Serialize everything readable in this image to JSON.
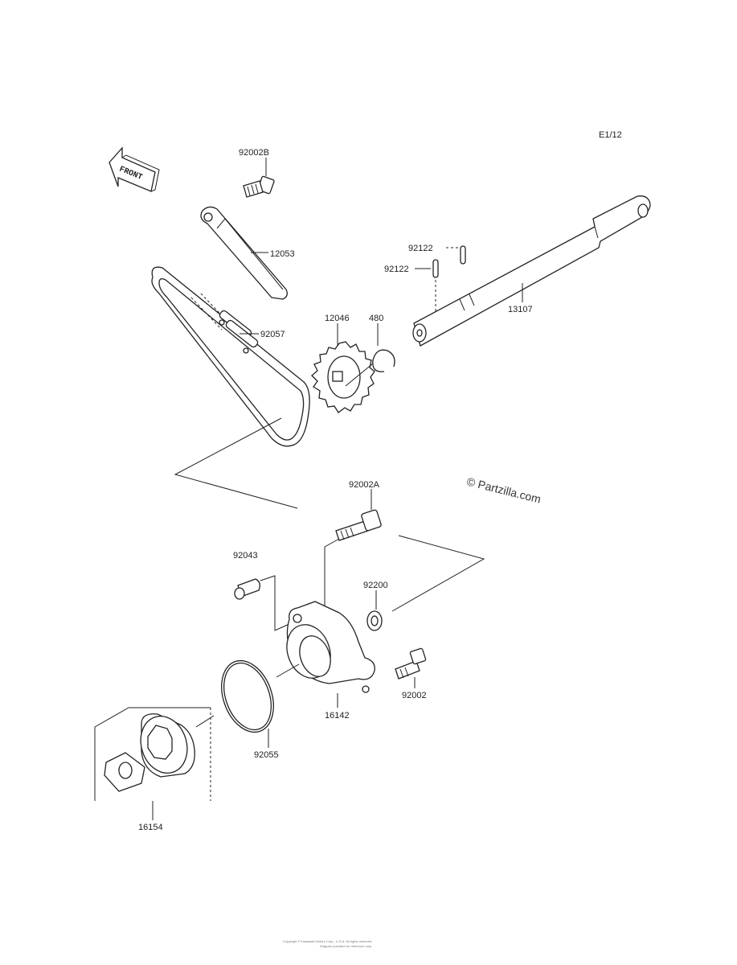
{
  "diagram": {
    "ref_code": "E1/12",
    "front_label": "FRONT",
    "watermark": "© Partzilla.com",
    "footer_line1": "Copyright © Kawasaki Motors Corp., U.S.A. All rights reserved.",
    "footer_line2": "Diagram provided for reference only."
  },
  "parts": [
    {
      "id": "p-92002B",
      "label": "92002B"
    },
    {
      "id": "p-12053",
      "label": "12053"
    },
    {
      "id": "p-92057",
      "label": "92057"
    },
    {
      "id": "p-12046",
      "label": "12046"
    },
    {
      "id": "p-480",
      "label": "480"
    },
    {
      "id": "p-92122a",
      "label": "92122"
    },
    {
      "id": "p-92122b",
      "label": "92122"
    },
    {
      "id": "p-13107",
      "label": "13107"
    },
    {
      "id": "p-92002A",
      "label": "92002A"
    },
    {
      "id": "p-92043",
      "label": "92043"
    },
    {
      "id": "p-92200",
      "label": "92200"
    },
    {
      "id": "p-92002",
      "label": "92002"
    },
    {
      "id": "p-16142",
      "label": "16142"
    },
    {
      "id": "p-92055",
      "label": "92055"
    },
    {
      "id": "p-16154",
      "label": "16154"
    }
  ]
}
